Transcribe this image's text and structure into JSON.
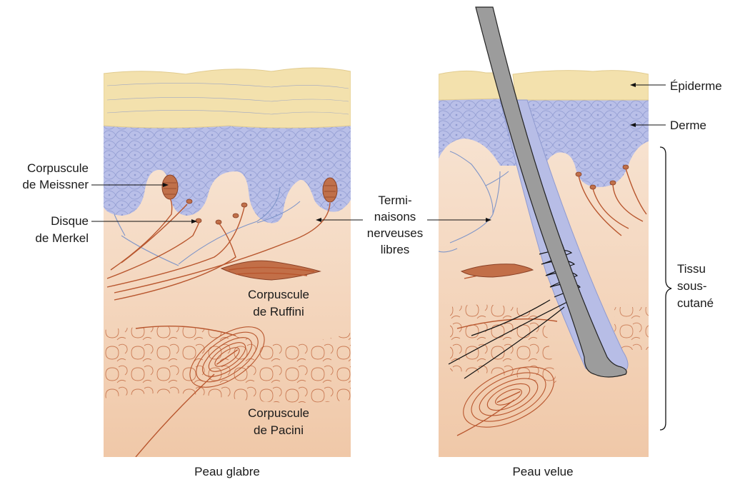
{
  "panels": {
    "left_caption": "Peau glabre",
    "right_caption": "Peau velue"
  },
  "labels": {
    "meissner_l1": "Corpuscule",
    "meissner_l2": "de Meissner",
    "merkel_l1": "Disque",
    "merkel_l2": "de Merkel",
    "free_l1": "Termi-",
    "free_l2": "naisons",
    "free_l3": "nerveuses",
    "free_l4": "libres",
    "ruffini_l1": "Corpuscule",
    "ruffini_l2": "de Ruffini",
    "pacini_l1": "Corpuscule",
    "pacini_l2": "de Pacini",
    "epiderme": "Épiderme",
    "derme": "Derme",
    "tissu_l1": "Tissu",
    "tissu_l2": "sous-",
    "tissu_l3": "cutané"
  },
  "colors": {
    "epidermis": "#f3e1ad",
    "dermis": "#b7bde6",
    "subcutaneous": "#f6dcc8",
    "nerve": "#b8562e",
    "hair": "#9a9a9a",
    "hair_sheath": "#b7bde6"
  }
}
